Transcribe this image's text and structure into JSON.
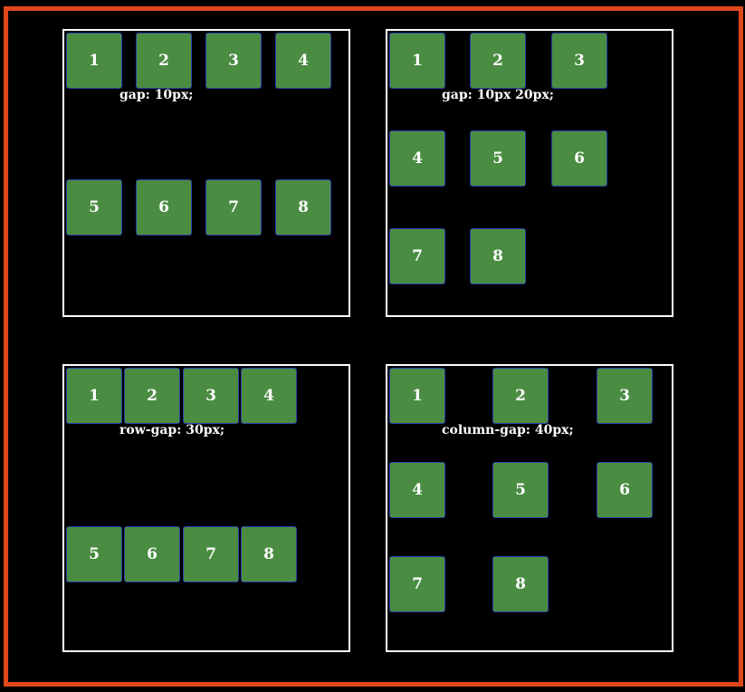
{
  "colors": {
    "background": "#000000",
    "frame_border": "#e0481c",
    "panel_border": "#ffffff",
    "cell_fill": "#4a8c42",
    "cell_border": "#2b3fa8",
    "text": "#ffffff"
  },
  "panels": [
    {
      "label": "gap: 10px;",
      "cells": [
        "1",
        "2",
        "3",
        "4",
        "5",
        "6",
        "7",
        "8"
      ]
    },
    {
      "label": "gap: 10px 20px;",
      "cells": [
        "1",
        "2",
        "3",
        "4",
        "5",
        "6",
        "7",
        "8"
      ]
    },
    {
      "label": "row-gap: 30px;",
      "cells": [
        "1",
        "2",
        "3",
        "4",
        "5",
        "6",
        "7",
        "8"
      ]
    },
    {
      "label": "column-gap: 40px;",
      "cells": [
        "1",
        "2",
        "3",
        "4",
        "5",
        "6",
        "7",
        "8"
      ]
    }
  ]
}
